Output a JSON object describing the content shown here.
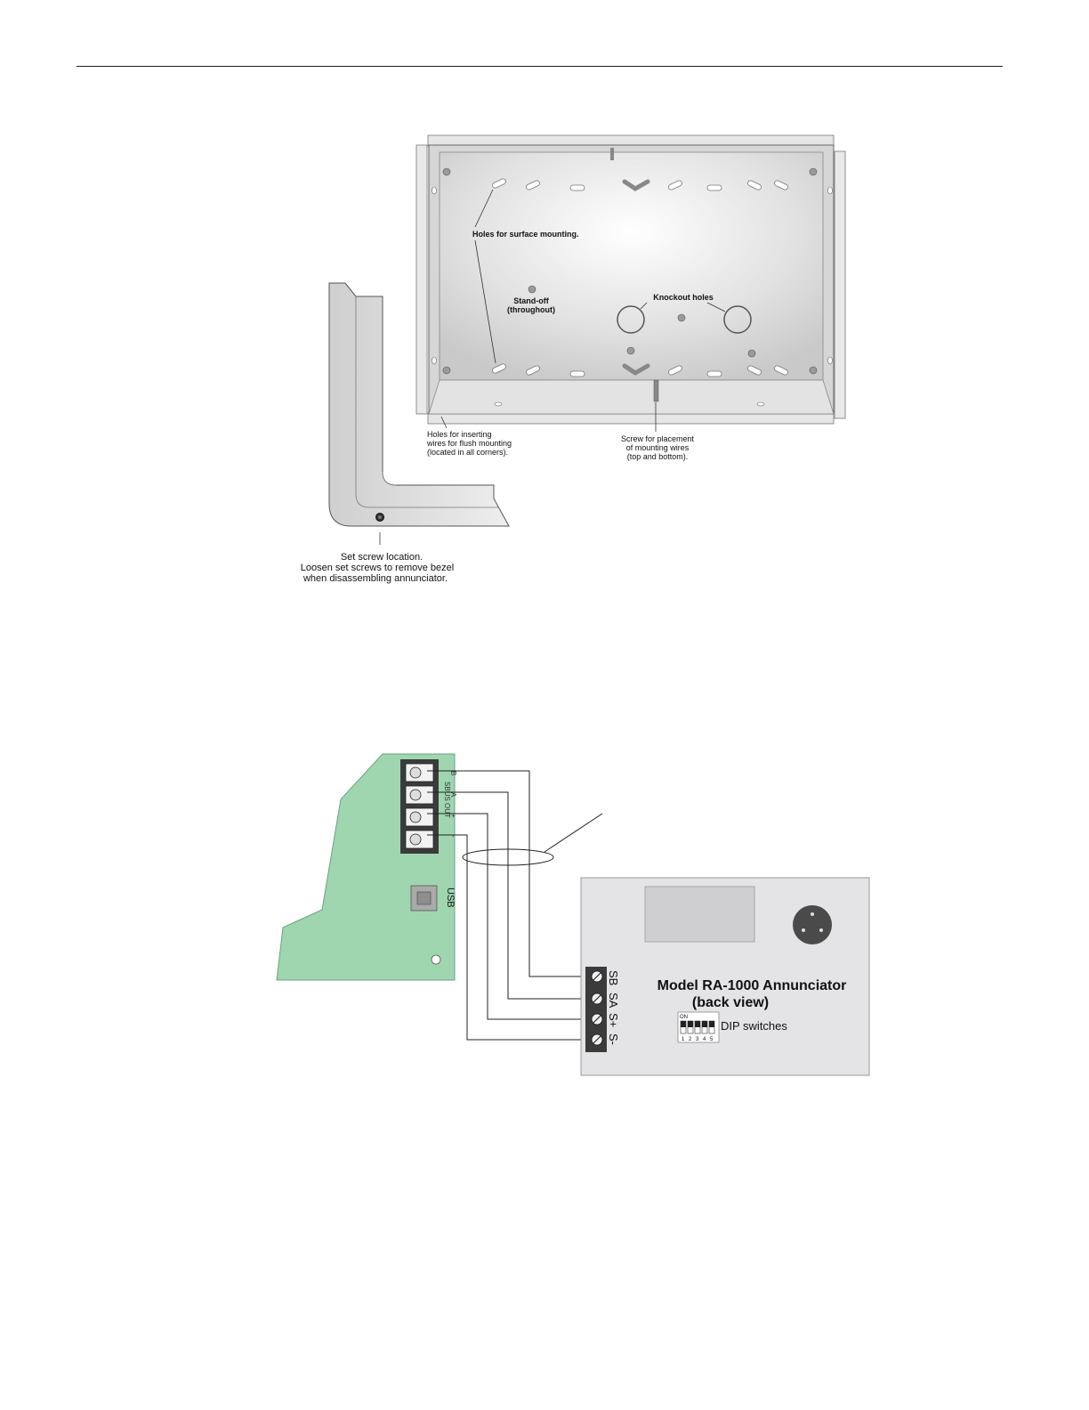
{
  "figure1": {
    "label_surface_holes": "Holes for surface mounting.",
    "label_standoff_1": "Stand-off",
    "label_standoff_2": "(throughout)",
    "label_knockout": "Knockout holes",
    "label_flush_1": "Holes for inserting",
    "label_flush_2": "wires for flush mounting",
    "label_flush_3": "(located in all corners).",
    "label_screw_1": "Screw for placement",
    "label_screw_2": "of mounting wires",
    "label_screw_3": "(top and bottom).",
    "label_setscrew_1": "Set screw location.",
    "label_setscrew_2": "Loosen set screws to remove bezel",
    "label_setscrew_3": "when disassembling annunciator."
  },
  "figure2": {
    "board_header": "SBUS OUT",
    "board_terminals": [
      "B",
      "A",
      "+",
      "-"
    ],
    "usb_label": "USB",
    "annunciator_title_1": "Model RA-1000 Annunciator",
    "annunciator_title_2": "(back view)",
    "dip_label": "DIP switches",
    "dip_on": "ON",
    "dip_numbers": [
      "1",
      "2",
      "3",
      "4",
      "5"
    ],
    "annunciator_terminals": [
      "SB",
      "SA",
      "S+",
      "S-"
    ]
  },
  "colors": {
    "board_green": "#9fd6b0",
    "backbox_grey": "#dcdcdc",
    "annunciator_grey": "#e4e4e6"
  }
}
